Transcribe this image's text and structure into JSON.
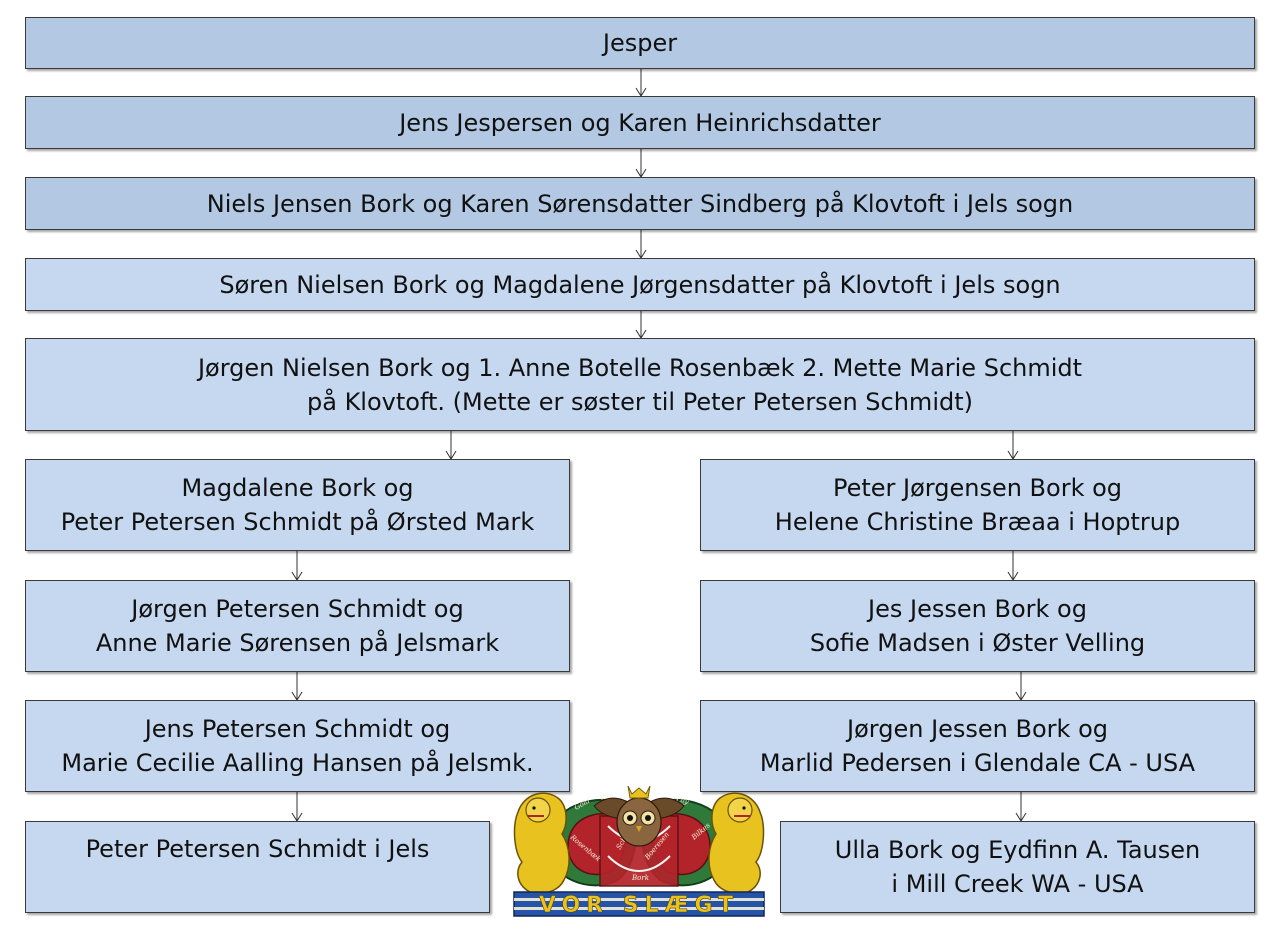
{
  "boxes": {
    "g1": {
      "lines": [
        "Jesper"
      ]
    },
    "g2": {
      "lines": [
        "Jens Jespersen og Karen Heinrichsdatter"
      ]
    },
    "g3": {
      "lines": [
        "Niels Jensen Bork og Karen Sørensdatter Sindberg på Klovtoft i Jels sogn"
      ]
    },
    "g4": {
      "lines": [
        "Søren Nielsen Bork og Magdalene Jørgensdatter på Klovtoft i Jels sogn"
      ]
    },
    "g5": {
      "lines": [
        "Jørgen Nielsen Bork og 1. Anne Botelle Rosenbæk 2. Mette Marie Schmidt",
        "på Klovtoft. (Mette er søster til Peter Petersen Schmidt)"
      ]
    },
    "left1": {
      "lines": [
        "Magdalene Bork og",
        "Peter Petersen Schmidt på Ørsted Mark"
      ]
    },
    "left2": {
      "lines": [
        "Jørgen Petersen Schmidt og",
        "Anne Marie Sørensen på Jelsmark"
      ]
    },
    "left3": {
      "lines": [
        "Jens Petersen Schmidt og",
        "Marie Cecilie Aalling Hansen på Jelsmk."
      ]
    },
    "left4": {
      "lines": [
        "Peter Petersen Schmidt i Jels"
      ]
    },
    "right1": {
      "lines": [
        "Peter Jørgensen Bork og",
        "Helene Christine Bræaa i Hoptrup"
      ]
    },
    "right2": {
      "lines": [
        "Jes Jessen Bork og",
        "Sofie Madsen i Øster Velling"
      ]
    },
    "right3": {
      "lines": [
        "Jørgen Jessen Bork og",
        "Marlid Pedersen i Glendale CA - USA"
      ]
    },
    "right4": {
      "lines": [
        "Ulla Bork og Eydfinn A. Tausen",
        "i Mill Creek WA - USA"
      ]
    }
  },
  "emblem": {
    "banner_text": "VOR SLÆGT",
    "ribbon_words": [
      "Gold",
      "Vita",
      "Rosenbæk",
      "Schmidt",
      "Bork",
      "Boeresen",
      "Pay",
      "Bilkes"
    ]
  },
  "colors": {
    "box_dark": "#b3c9e3",
    "box_light": "#c6d8ef",
    "border": "#3a3a3a",
    "emblem_red": "#b3232a",
    "emblem_green": "#2f7a3a",
    "emblem_gold": "#e8c21e",
    "banner_blue": "#2453a8"
  }
}
